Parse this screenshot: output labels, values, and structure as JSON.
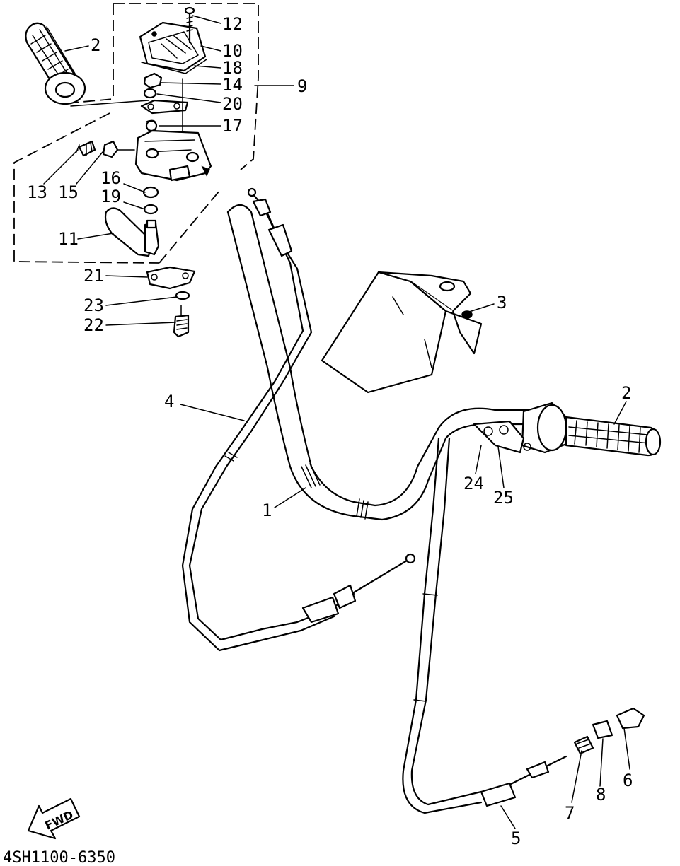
{
  "diagram": {
    "code": "4SH1100-6350",
    "fwd_label": "FWD"
  },
  "callouts": {
    "n1": "1",
    "n2a": "2",
    "n2b": "2",
    "n3": "3",
    "n4": "4",
    "n5": "5",
    "n6": "6",
    "n7": "7",
    "n8": "8",
    "n9": "9",
    "n10": "10",
    "n11": "11",
    "n12": "12",
    "n13": "13",
    "n14": "14",
    "n15": "15",
    "n16": "16",
    "n17": "17",
    "n18": "18",
    "n19": "19",
    "n20": "20",
    "n21": "21",
    "n22": "22",
    "n23": "23",
    "n24": "24",
    "n25": "25"
  }
}
